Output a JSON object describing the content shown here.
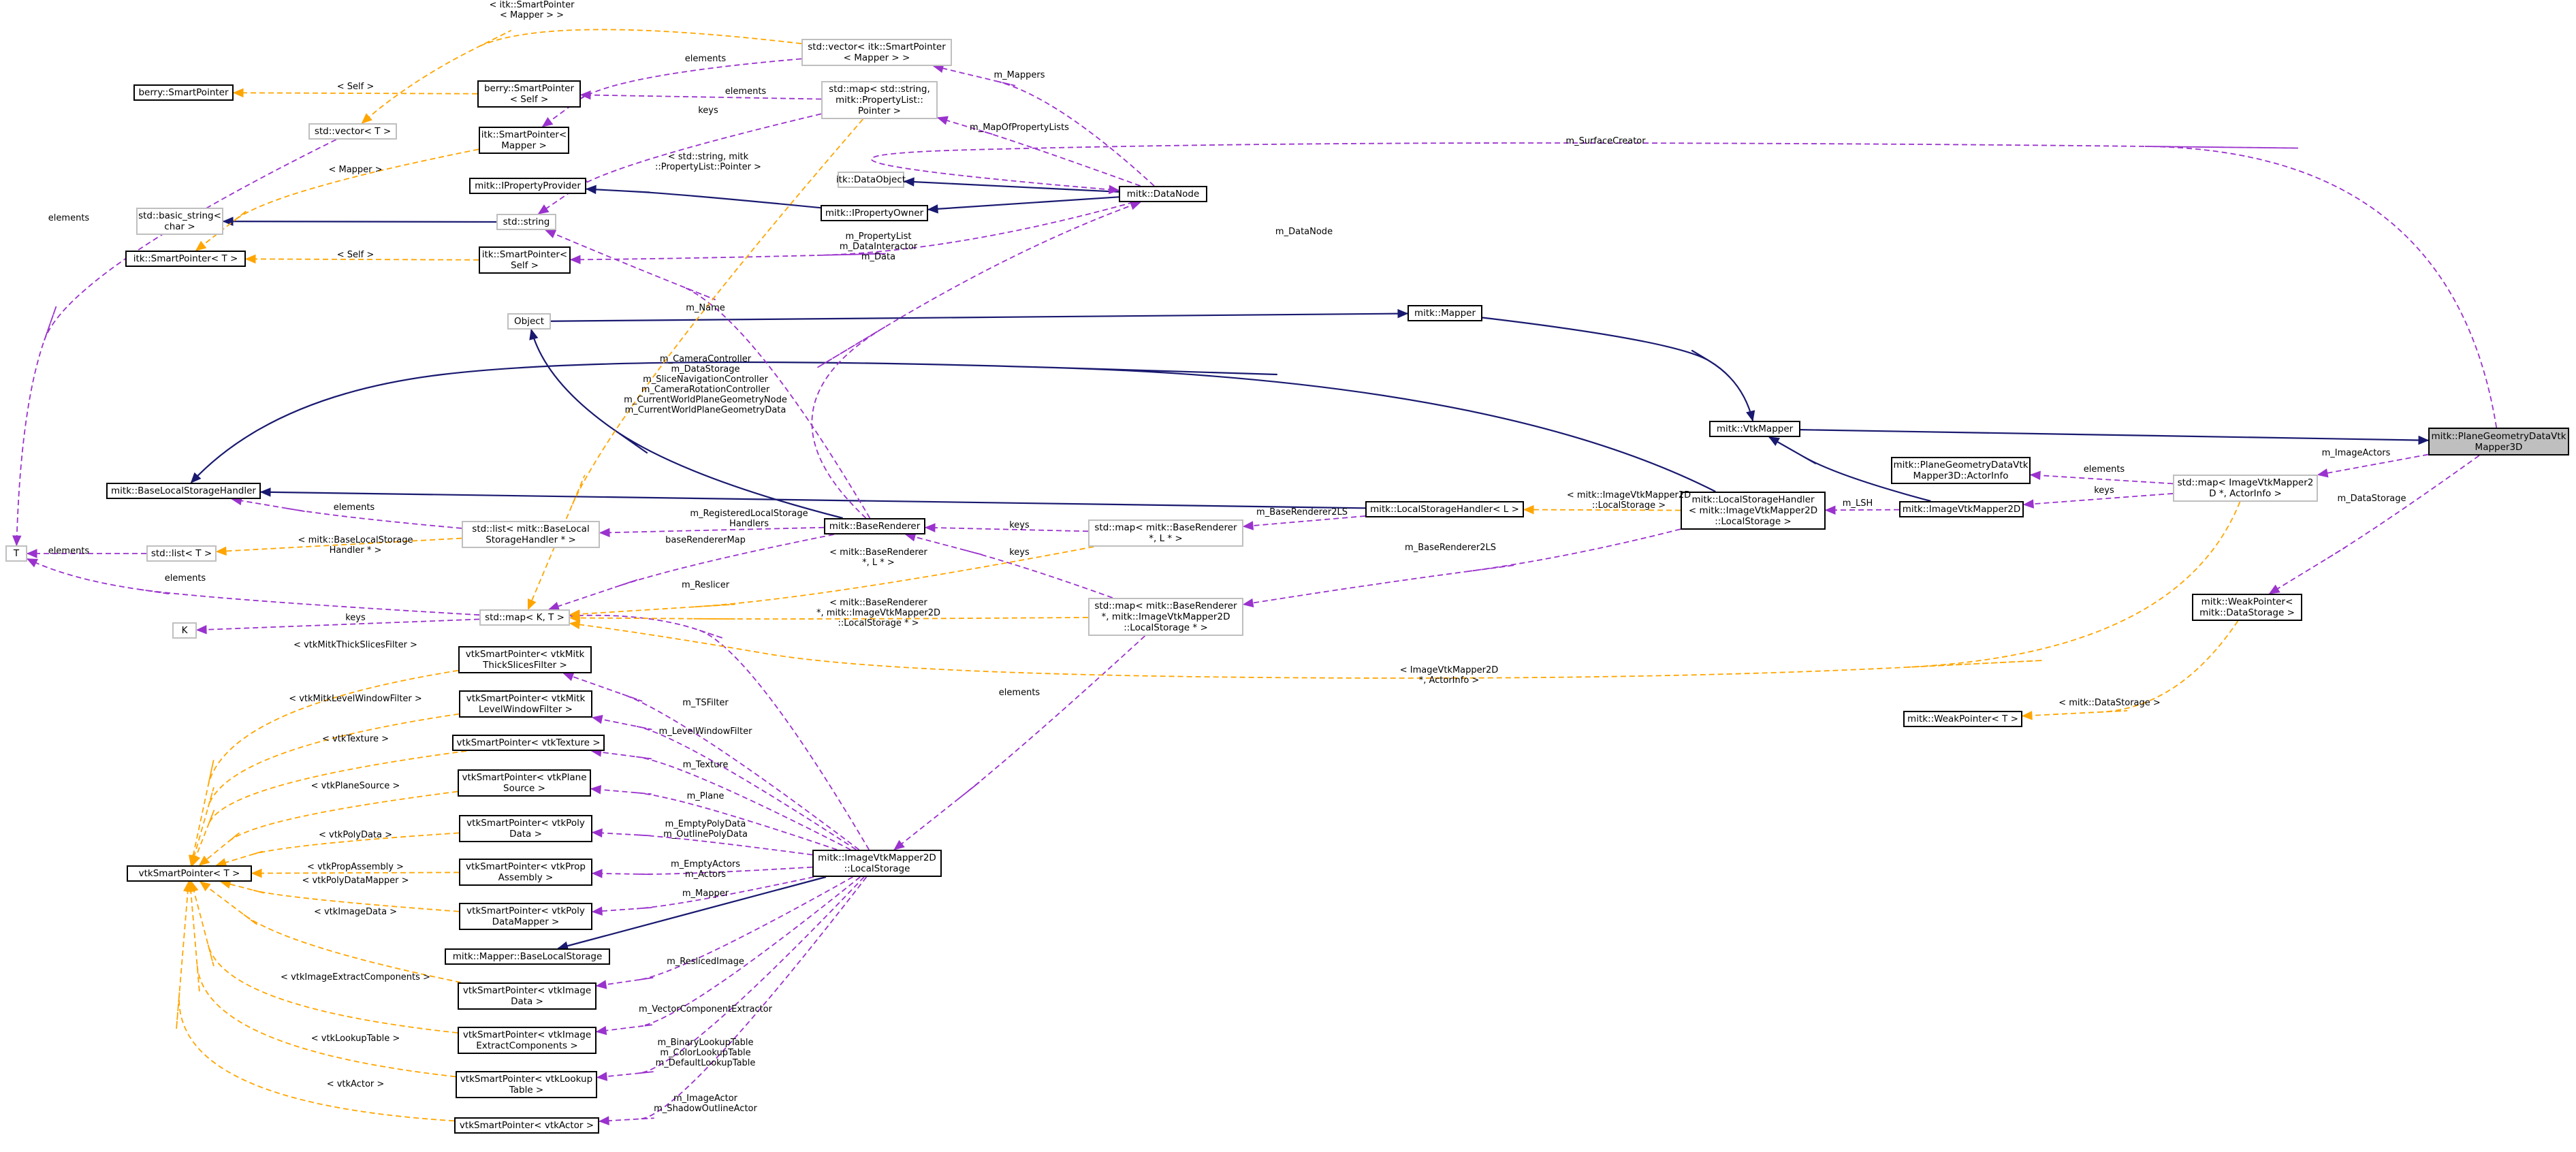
{
  "colors": {
    "inherit": "#191970",
    "usage": "#9a32cd",
    "template": "#ffa500",
    "focus_fill": "#bfbfbf",
    "external_border": "#bfbfbf"
  },
  "nodes": [
    {
      "id": "focus",
      "label": "mitk::PlaneGeometryDataVtk\nMapper3D",
      "style": "focus"
    },
    {
      "id": "vtkmapper",
      "label": "mitk::VtkMapper",
      "style": "normal"
    },
    {
      "id": "mapper",
      "label": "mitk::Mapper",
      "style": "normal"
    },
    {
      "id": "object",
      "label": "Object",
      "style": "ext"
    },
    {
      "id": "datanode",
      "label": "mitk::DataNode",
      "style": "normal"
    },
    {
      "id": "dataobject",
      "label": "itk::DataObject",
      "style": "ext"
    },
    {
      "id": "propowner",
      "label": "mitk::IPropertyOwner",
      "style": "normal"
    },
    {
      "id": "propprovider",
      "label": "mitk::IPropertyProvider",
      "style": "normal"
    },
    {
      "id": "stdstring",
      "label": "std::string",
      "style": "ext"
    },
    {
      "id": "basicstring",
      "label": "std::basic_string<\nchar >",
      "style": "ext"
    },
    {
      "id": "itksp_t",
      "label": "itk::SmartPointer< T >",
      "style": "normal"
    },
    {
      "id": "itksp_self",
      "label": "itk::SmartPointer<\nSelf >",
      "style": "normal"
    },
    {
      "id": "itksp_mapper",
      "label": "itk::SmartPointer<\nMapper >",
      "style": "normal"
    },
    {
      "id": "berrysp_self",
      "label": "berry::SmartPointer\n< Self >",
      "style": "normal"
    },
    {
      "id": "berrysp",
      "label": "berry::SmartPointer",
      "style": "normal"
    },
    {
      "id": "vec_t",
      "label": "std::vector< T >",
      "style": "ext"
    },
    {
      "id": "vec_mapper",
      "label": "std::vector< itk::SmartPointer\n< Mapper > >",
      "style": "ext"
    },
    {
      "id": "map_proplist",
      "label": "std::map< std::string,\nmitk::PropertyList::\nPointer >",
      "style": "ext"
    },
    {
      "id": "T",
      "label": "T",
      "style": "ext"
    },
    {
      "id": "list_t",
      "label": "std::list< T >",
      "style": "ext"
    },
    {
      "id": "base_lsh",
      "label": "mitk::BaseLocalStorageHandler",
      "style": "normal"
    },
    {
      "id": "list_bls",
      "label": "std::list< mitk::BaseLocal\nStorageHandler * >",
      "style": "ext"
    },
    {
      "id": "baserenderer",
      "label": "mitk::BaseRenderer",
      "style": "normal"
    },
    {
      "id": "map_kt",
      "label": "std::map< K, T >",
      "style": "ext"
    },
    {
      "id": "K",
      "label": "K",
      "style": "ext"
    },
    {
      "id": "map_br_l",
      "label": "std::map< mitk::BaseRenderer\n*, L * >",
      "style": "ext"
    },
    {
      "id": "map_br_ls",
      "label": "std::map< mitk::BaseRenderer\n*, mitk::ImageVtkMapper2D\n::LocalStorage * >",
      "style": "ext"
    },
    {
      "id": "lsh_l",
      "label": "mitk::LocalStorageHandler< L >",
      "style": "normal"
    },
    {
      "id": "lsh_ivm",
      "label": "mitk::LocalStorageHandler\n< mitk::ImageVtkMapper2D\n::LocalStorage >",
      "style": "normal"
    },
    {
      "id": "ivm2d",
      "label": "mitk::ImageVtkMapper2D",
      "style": "normal"
    },
    {
      "id": "actorinfo",
      "label": "mitk::PlaneGeometryDataVtk\nMapper3D::ActorInfo",
      "style": "normal"
    },
    {
      "id": "map_actorinfo",
      "label": "std::map< ImageVtkMapper2\nD *, ActorInfo >",
      "style": "ext"
    },
    {
      "id": "weak_ds",
      "label": "mitk::WeakPointer<\nmitk::DataStorage >",
      "style": "normal"
    },
    {
      "id": "weak_t",
      "label": "mitk::WeakPointer< T >",
      "style": "normal"
    },
    {
      "id": "localstorage",
      "label": "mitk::ImageVtkMapper2D\n::LocalStorage",
      "style": "normal"
    },
    {
      "id": "blstorage",
      "label": "mitk::Mapper::BaseLocalStorage",
      "style": "normal"
    },
    {
      "id": "vsp_t",
      "label": "vtkSmartPointer< T >",
      "style": "normal"
    },
    {
      "id": "vsp_thick",
      "label": "vtkSmartPointer< vtkMitk\nThickSlicesFilter >",
      "style": "normal"
    },
    {
      "id": "vsp_level",
      "label": "vtkSmartPointer< vtkMitk\nLevelWindowFilter >",
      "style": "normal"
    },
    {
      "id": "vsp_texture",
      "label": "vtkSmartPointer< vtkTexture >",
      "style": "normal"
    },
    {
      "id": "vsp_plane",
      "label": "vtkSmartPointer< vtkPlane\nSource >",
      "style": "normal"
    },
    {
      "id": "vsp_polydata",
      "label": "vtkSmartPointer< vtkPoly\nData >",
      "style": "normal"
    },
    {
      "id": "vsp_assembly",
      "label": "vtkSmartPointer< vtkProp\nAssembly >",
      "style": "normal"
    },
    {
      "id": "vsp_pdmapper",
      "label": "vtkSmartPointer< vtkPoly\nDataMapper >",
      "style": "normal"
    },
    {
      "id": "vsp_image",
      "label": "vtkSmartPointer< vtkImage\nData >",
      "style": "normal"
    },
    {
      "id": "vsp_extract",
      "label": "vtkSmartPointer< vtkImage\nExtractComponents >",
      "style": "normal"
    },
    {
      "id": "vsp_lut",
      "label": "vtkSmartPointer< vtkLookup\nTable >",
      "style": "normal"
    },
    {
      "id": "vsp_actor",
      "label": "vtkSmartPointer< vtkActor >",
      "style": "normal"
    }
  ],
  "edge_labels": [
    {
      "id": "lbl-surfacecreator",
      "text": "m_SurfaceCreator"
    },
    {
      "id": "lbl-imageactors",
      "text": "m_ImageActors"
    },
    {
      "id": "lbl-datastorage",
      "text": "m_DataStorage"
    },
    {
      "id": "lbl-elements-actorinfo",
      "text": "elements"
    },
    {
      "id": "lbl-keys-ivm",
      "text": "keys"
    },
    {
      "id": "lbl-ivm-actorinfo",
      "text": "< ImageVtkMapper2D\n*, ActorInfo >"
    },
    {
      "id": "lbl-weak-ds",
      "text": "< mitk::DataStorage >"
    },
    {
      "id": "lbl-lsh",
      "text": "m_LSH"
    },
    {
      "id": "lbl-lsh-template",
      "text": "< mitk::ImageVtkMapper2D\n::LocalStorage >"
    },
    {
      "id": "lbl-br2ls-1",
      "text": "m_BaseRenderer2LS"
    },
    {
      "id": "lbl-br2ls-2",
      "text": "m_BaseRenderer2LS"
    },
    {
      "id": "lbl-keys-brl",
      "text": "keys"
    },
    {
      "id": "lbl-keys-brls",
      "text": "keys"
    },
    {
      "id": "lbl-brl-template",
      "text": "< mitk::BaseRenderer\n*, L * >"
    },
    {
      "id": "lbl-brls-template",
      "text": "< mitk::BaseRenderer\n*, mitk::ImageVtkMapper2D\n::LocalStorage * >"
    },
    {
      "id": "lbl-elements-ls",
      "text": "elements"
    },
    {
      "id": "lbl-registered",
      "text": "m_RegisteredLocalStorage\nHandlers"
    },
    {
      "id": "lbl-rendermap",
      "text": "baseRendererMap"
    },
    {
      "id": "lbl-reslicer",
      "text": "m_Reslicer"
    },
    {
      "id": "lbl-camera",
      "text": "m_CameraController\nm_DataStorage\nm_SliceNavigationController\nm_CameraRotationController\nm_CurrentWorldPlaneGeometryNode\nm_CurrentWorldPlaneGeometryData"
    },
    {
      "id": "lbl-name",
      "text": "m_Name"
    },
    {
      "id": "lbl-mappers",
      "text": "m_Mappers"
    },
    {
      "id": "lbl-mapofproplists",
      "text": "m_MapOfPropertyLists"
    },
    {
      "id": "lbl-datanode",
      "text": "m_DataNode"
    },
    {
      "id": "lbl-proplist",
      "text": "m_PropertyList\nm_DataInteractor\nm_Data"
    },
    {
      "id": "lbl-strpl",
      "text": "< std::string, mitk\n::PropertyList::Pointer >"
    },
    {
      "id": "lbl-elements-vecmapper",
      "text": "elements"
    },
    {
      "id": "lbl-elements-berry",
      "text": "elements"
    },
    {
      "id": "lbl-keys-proplist",
      "text": "keys"
    },
    {
      "id": "lbl-itk-mapper-tpl",
      "text": "< itk::SmartPointer\n< Mapper > >"
    },
    {
      "id": "lbl-self-berry",
      "text": "< Self >"
    },
    {
      "id": "lbl-mapper-tpl",
      "text": "< Mapper >"
    },
    {
      "id": "lbl-self-itk",
      "text": "< Self >"
    },
    {
      "id": "lbl-elements-vect",
      "text": "elements"
    },
    {
      "id": "lbl-elements-list",
      "text": "elements"
    },
    {
      "id": "lbl-elements-bls",
      "text": "elements"
    },
    {
      "id": "lbl-bls-tpl",
      "text": "< mitk::BaseLocalStorage\nHandler * >"
    },
    {
      "id": "lbl-elements-mapkt",
      "text": "elements"
    },
    {
      "id": "lbl-keys-k",
      "text": "keys"
    },
    {
      "id": "lbl-tpl-thick",
      "text": "< vtkMitkThickSlicesFilter >"
    },
    {
      "id": "lbl-tpl-level",
      "text": "< vtkMitkLevelWindowFilter >"
    },
    {
      "id": "lbl-tpl-texture",
      "text": "< vtkTexture >"
    },
    {
      "id": "lbl-tpl-plane",
      "text": "< vtkPlaneSource >"
    },
    {
      "id": "lbl-tpl-polydata",
      "text": "< vtkPolyData >"
    },
    {
      "id": "lbl-tpl-assembly",
      "text": "< vtkPropAssembly >"
    },
    {
      "id": "lbl-tpl-pdmapper",
      "text": "< vtkPolyDataMapper >"
    },
    {
      "id": "lbl-tpl-image",
      "text": "< vtkImageData >"
    },
    {
      "id": "lbl-tpl-extract",
      "text": "< vtkImageExtractComponents >"
    },
    {
      "id": "lbl-tpl-lut",
      "text": "< vtkLookupTable >"
    },
    {
      "id": "lbl-tpl-actor",
      "text": "< vtkActor >"
    },
    {
      "id": "lbl-tsfilter",
      "text": "m_TSFilter"
    },
    {
      "id": "lbl-levelwin",
      "text": "m_LevelWindowFilter"
    },
    {
      "id": "lbl-texture",
      "text": "m_Texture"
    },
    {
      "id": "lbl-plane",
      "text": "m_Plane"
    },
    {
      "id": "lbl-emptypoly",
      "text": "m_EmptyPolyData\nm_OutlinePolyData"
    },
    {
      "id": "lbl-emptyactors",
      "text": "m_EmptyActors\nm_Actors"
    },
    {
      "id": "lbl-mmapper",
      "text": "m_Mapper"
    },
    {
      "id": "lbl-resliced",
      "text": "m_ReslicedImage"
    },
    {
      "id": "lbl-vecextract",
      "text": "m_VectorComponentExtractor"
    },
    {
      "id": "lbl-luts",
      "text": "m_BinaryLookupTable\nm_ColorLookupTable\nm_DefaultLookupTable"
    },
    {
      "id": "lbl-imageactor",
      "text": "m_ImageActor\nm_ShadowOutlineActor"
    }
  ]
}
